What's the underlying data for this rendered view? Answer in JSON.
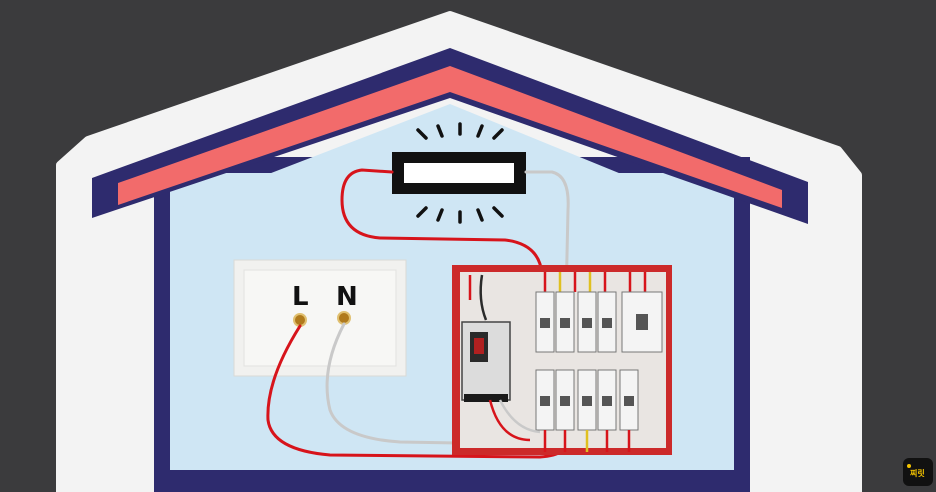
{
  "outlet": {
    "live_label": "L",
    "neutral_label": "N"
  },
  "logo": {
    "text": "찌릿"
  },
  "colors": {
    "background": "#3b3b3d",
    "house_outline": "#2e2b6e",
    "roof_band": "#f26b6b",
    "wall_fill": "#cfe6f4",
    "live_wire": "#d7141b",
    "neutral_wire": "#c9c9c9",
    "panel_bg": "#cc2a2a"
  },
  "icons": {
    "lamp": "fluorescent-lamp-icon",
    "outlet": "power-outlet-icon",
    "panel": "breaker-panel-icon"
  }
}
